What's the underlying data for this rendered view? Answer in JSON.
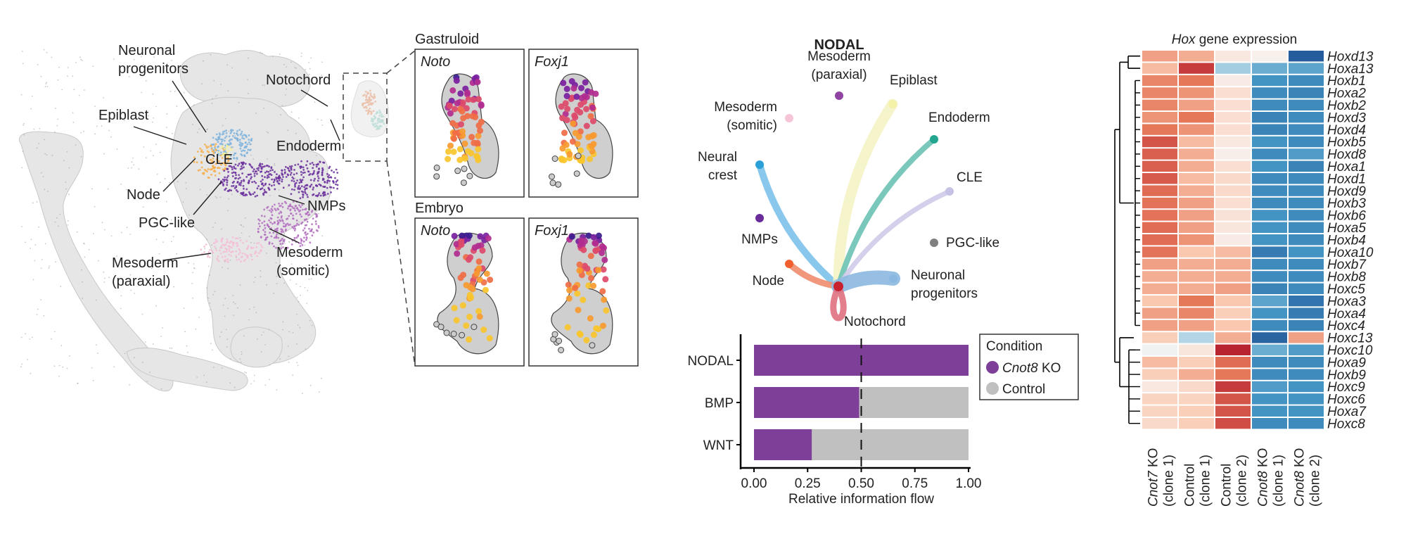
{
  "figure": {
    "panel_a": {
      "title": "UMAP cell types",
      "labels": [
        {
          "id": "neuronal",
          "lines": [
            "Neuronal",
            "progenitors"
          ]
        },
        {
          "id": "epiblast",
          "lines": [
            "Epiblast"
          ]
        },
        {
          "id": "cle",
          "lines": [
            "CLE"
          ]
        },
        {
          "id": "node",
          "lines": [
            "Node"
          ]
        },
        {
          "id": "pgc",
          "lines": [
            "PGC-like"
          ]
        },
        {
          "id": "nmps",
          "lines": [
            "NMPs"
          ]
        },
        {
          "id": "meso_som",
          "lines": [
            "Mesoderm",
            "(somitic)"
          ]
        },
        {
          "id": "meso_par",
          "lines": [
            "Mesoderm",
            "(paraxial)"
          ]
        },
        {
          "id": "notochord",
          "lines": [
            "Notochord"
          ]
        },
        {
          "id": "endoderm",
          "lines": [
            "Endoderm"
          ]
        }
      ]
    },
    "panel_b": {
      "groups": [
        {
          "title": "Gastruloid",
          "genes": [
            "Noto",
            "Foxj1"
          ]
        },
        {
          "title": "Embryo",
          "genes": [
            "Noto",
            "Foxj1"
          ]
        }
      ]
    },
    "panel_c": {
      "title": "NODAL",
      "nodes": [
        {
          "id": "meso_par",
          "lines": [
            "Mesoderm",
            "(paraxial)"
          ],
          "color": "#8e44a0"
        },
        {
          "id": "epiblast",
          "lines": [
            "Epiblast"
          ],
          "color": "#f4f1a8"
        },
        {
          "id": "meso_som",
          "lines": [
            "Mesoderm",
            "(somitic)"
          ],
          "color": "#f6c6d8"
        },
        {
          "id": "endoderm",
          "lines": [
            "Endoderm"
          ],
          "color": "#22a690"
        },
        {
          "id": "neural_crest",
          "lines": [
            "Neural",
            "crest"
          ],
          "color": "#2a9fd8"
        },
        {
          "id": "cle",
          "lines": [
            "CLE"
          ],
          "color": "#c6c2e6"
        },
        {
          "id": "nmps",
          "lines": [
            "NMPs"
          ],
          "color": "#6a2c9a"
        },
        {
          "id": "pgc",
          "lines": [
            "PGC-like"
          ],
          "color": "#808080"
        },
        {
          "id": "node",
          "lines": [
            "Node"
          ],
          "color": "#f0602c"
        },
        {
          "id": "neuronal",
          "lines": [
            "Neuronal",
            "progenitors"
          ],
          "color": "#8bb8e0"
        },
        {
          "id": "notochord",
          "lines": [
            "Notochord"
          ],
          "color": "#c8202e"
        }
      ],
      "edges": [
        {
          "from": "notochord",
          "to": "neural_crest",
          "color": "#7cc2ea",
          "weight": 2
        },
        {
          "from": "notochord",
          "to": "epiblast",
          "color": "#f4f3c4",
          "weight": 3
        },
        {
          "from": "notochord",
          "to": "endoderm",
          "color": "#6cc2b4",
          "weight": 1.6
        },
        {
          "from": "notochord",
          "to": "cle",
          "color": "#cfcbea",
          "weight": 1.4
        },
        {
          "from": "notochord",
          "to": "node",
          "color": "#f08c6e",
          "weight": 1.8
        },
        {
          "from": "notochord",
          "to": "neuronal",
          "color": "#8bb8e0",
          "weight": 4
        },
        {
          "from": "notochord",
          "to": "notochord",
          "color": "#e07080",
          "weight": 1.8
        }
      ]
    },
    "legend": {
      "title": "Condition",
      "items": [
        {
          "label_italic": "Cnot8",
          "label_rest": " KO",
          "color": "#7e3f98"
        },
        {
          "label_italic": "",
          "label_rest": "Control",
          "color": "#c0c0c0"
        }
      ]
    }
  },
  "chart_data": [
    {
      "type": "bar",
      "stacked": true,
      "orientation": "horizontal",
      "categories": [
        "NODAL",
        "BMP",
        "WNT"
      ],
      "series": [
        {
          "name": "Cnot8 KO",
          "values": [
            1.0,
            0.49,
            0.27
          ],
          "color": "#7e3f98"
        },
        {
          "name": "Control",
          "values": [
            0.0,
            0.51,
            0.73
          ],
          "color": "#c0c0c0"
        }
      ],
      "xlabel": "Relative information flow",
      "xticks": [
        "0.00",
        "0.25",
        "0.50",
        "0.75",
        "1.00"
      ],
      "xlim": [
        0,
        1
      ],
      "reference_line": 0.5,
      "legend_title": "Condition",
      "legend_position": "right"
    },
    {
      "type": "heatmap",
      "title_italic": "Hox",
      "title_rest": " gene expression",
      "columns": [
        {
          "italic": "Cnot7",
          "rest": " KO",
          "sub": "(clone 1)"
        },
        {
          "italic": "",
          "rest": "Control",
          "sub": "(clone 1)"
        },
        {
          "italic": "",
          "rest": "Control",
          "sub": "(clone 2)"
        },
        {
          "italic": "Cnot8",
          "rest": " KO",
          "sub": "(clone 1)"
        },
        {
          "italic": "Cnot8",
          "rest": " KO",
          "sub": "(clone 2)"
        }
      ],
      "rows": [
        "Hoxd13",
        "Hoxa13",
        "Hoxb1",
        "Hoxa2",
        "Hoxb2",
        "Hoxd3",
        "Hoxd4",
        "Hoxb5",
        "Hoxd8",
        "Hoxa1",
        "Hoxd1",
        "Hoxd9",
        "Hoxb3",
        "Hoxb6",
        "Hoxa5",
        "Hoxb4",
        "Hoxa10",
        "Hoxb7",
        "Hoxb8",
        "Hoxc5",
        "Hoxa3",
        "Hoxa4",
        "Hoxc4",
        "Hoxc13",
        "Hoxc10",
        "Hoxa9",
        "Hoxb9",
        "Hoxc9",
        "Hoxc6",
        "Hoxa7",
        "Hoxc8"
      ],
      "values": [
        [
          0.45,
          0.4,
          0.08,
          0.03,
          -0.95
        ],
        [
          0.35,
          0.85,
          -0.25,
          -0.45,
          -0.5
        ],
        [
          0.55,
          0.6,
          0.06,
          -0.6,
          -0.65
        ],
        [
          0.55,
          0.5,
          0.15,
          -0.65,
          -0.7
        ],
        [
          0.55,
          0.45,
          0.15,
          -0.65,
          -0.65
        ],
        [
          0.5,
          0.6,
          0.15,
          -0.7,
          -0.65
        ],
        [
          0.6,
          0.5,
          0.15,
          -0.7,
          -0.65
        ],
        [
          0.75,
          0.35,
          0.08,
          -0.6,
          -0.65
        ],
        [
          0.7,
          0.4,
          0.04,
          -0.65,
          -0.55
        ],
        [
          0.7,
          0.4,
          0.15,
          -0.6,
          -0.7
        ],
        [
          0.72,
          0.35,
          0.18,
          -0.65,
          -0.65
        ],
        [
          0.65,
          0.4,
          0.18,
          -0.65,
          -0.65
        ],
        [
          0.62,
          0.45,
          0.15,
          -0.65,
          -0.65
        ],
        [
          0.62,
          0.45,
          0.12,
          -0.6,
          -0.65
        ],
        [
          0.65,
          0.45,
          0.1,
          -0.6,
          -0.65
        ],
        [
          0.65,
          0.5,
          0.06,
          -0.6,
          -0.65
        ],
        [
          0.62,
          0.3,
          0.35,
          -0.75,
          -0.6
        ],
        [
          0.45,
          0.4,
          0.4,
          -0.65,
          -0.65
        ],
        [
          0.4,
          0.4,
          0.4,
          -0.65,
          -0.65
        ],
        [
          0.4,
          0.4,
          0.45,
          -0.7,
          -0.65
        ],
        [
          0.3,
          0.6,
          0.3,
          -0.5,
          -0.8
        ],
        [
          0.45,
          0.55,
          0.25,
          -0.6,
          -0.75
        ],
        [
          0.45,
          0.45,
          0.3,
          -0.65,
          -0.7
        ],
        [
          0.25,
          -0.2,
          0.4,
          -0.9,
          0.45
        ],
        [
          -0.02,
          0.1,
          0.95,
          -0.45,
          -0.55
        ],
        [
          0.35,
          0.25,
          0.65,
          -0.65,
          -0.65
        ],
        [
          0.25,
          0.4,
          0.6,
          -0.65,
          -0.65
        ],
        [
          0.08,
          0.18,
          0.85,
          -0.55,
          -0.6
        ],
        [
          0.22,
          0.22,
          0.75,
          -0.6,
          -0.6
        ],
        [
          0.22,
          0.25,
          0.75,
          -0.6,
          -0.6
        ],
        [
          0.18,
          0.25,
          0.78,
          -0.65,
          -0.65
        ]
      ],
      "colorscale": "RdBu (red = high, blue = low)",
      "dendrogram": "rows clustered; left side"
    }
  ]
}
